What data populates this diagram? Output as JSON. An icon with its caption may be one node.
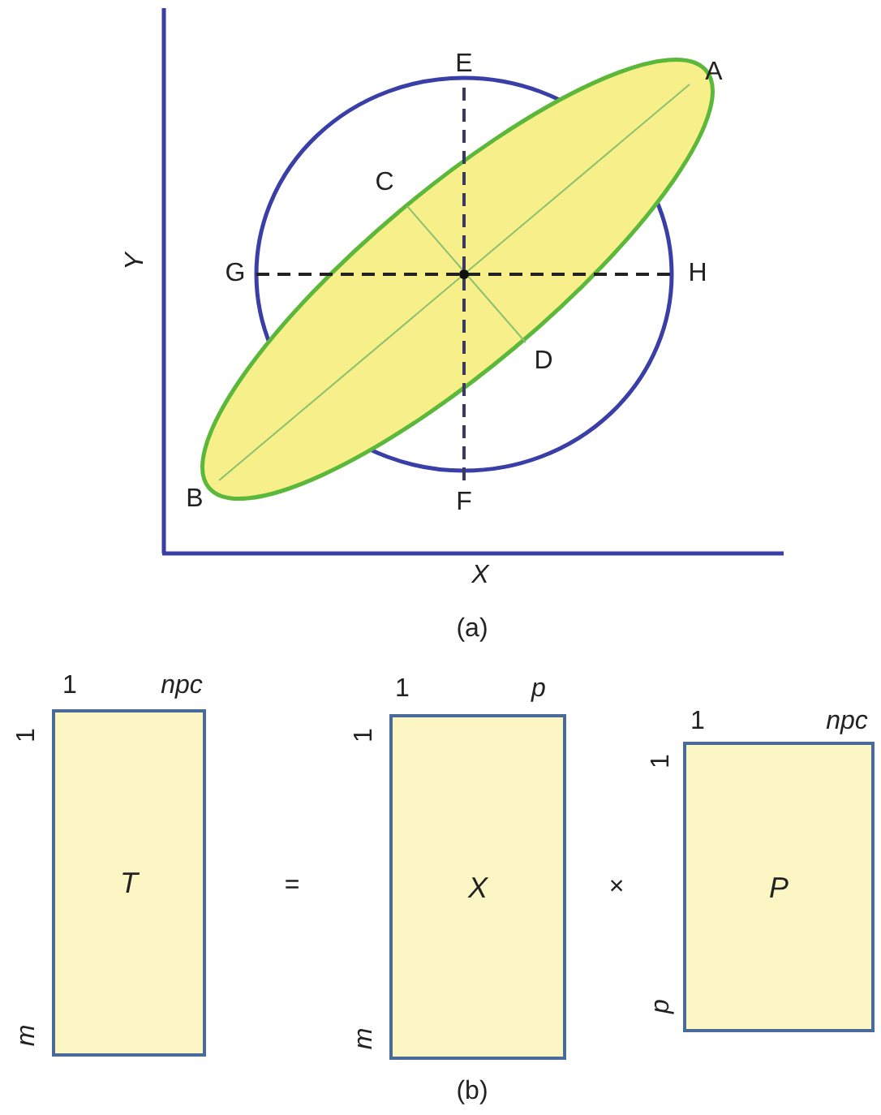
{
  "diagram": {
    "nodes": [
      {
        "text": [
          "T"
        ],
        "beside": [
          "1",
          "npc",
          "1",
          "m"
        ]
      },
      {
        "text": [
          "X"
        ],
        "beside": [
          "1",
          "p",
          "1",
          "m"
        ]
      },
      {
        "text": [
          "P"
        ],
        "beside": [
          "1",
          "npc",
          "1",
          "p"
        ]
      }
    ],
    "edges": [],
    "labels": [
      "E",
      "A",
      "C",
      "Y",
      "G",
      "H",
      "D",
      "B",
      "F",
      "X",
      "(a)",
      "=",
      "×",
      "(b)"
    ]
  }
}
